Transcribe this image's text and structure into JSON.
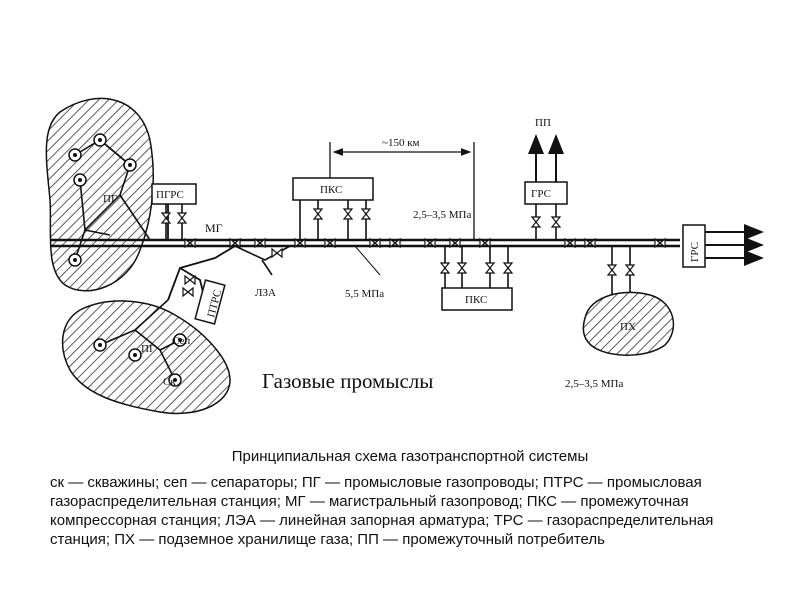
{
  "diagram": {
    "labels": {
      "pg_top": "ПГ",
      "ptrs_top": "ПГРС",
      "mg": "МГ",
      "pks_1": "ПКС",
      "distance": "~150 км",
      "pressure_mid": "2,5–3,5 МПа",
      "pp": "ПП",
      "grs_top": "ГРС",
      "grs_right": "ГРС",
      "lza": "ЛЗА",
      "pressure_55": "5,5 МПа",
      "pks_2": "ПКС",
      "ptrs_bottom": "ПТРС",
      "pg_bottom": "ПГ",
      "sep": "Сеп",
      "sk": "Ск",
      "px": "ПХ",
      "field_title": "Газовые промыслы",
      "pressure_bottom": "2,5–3,5 МПа"
    }
  },
  "caption": {
    "title": "Принципиальная схема газотранспортной системы",
    "body": "ск — скважины; сеп — сепараторы; ПГ — промысловые газопроводы; ПТРС — промысловая газораспределительная станция; МГ — магистральный газопровод; ПКС — промежуточная компрессорная станция; ЛЭА — линейная запорная арматура; ТРС — газораспределительная станция; ПХ — подземное хранилище газа; ПП — промежуточный потребитель"
  }
}
